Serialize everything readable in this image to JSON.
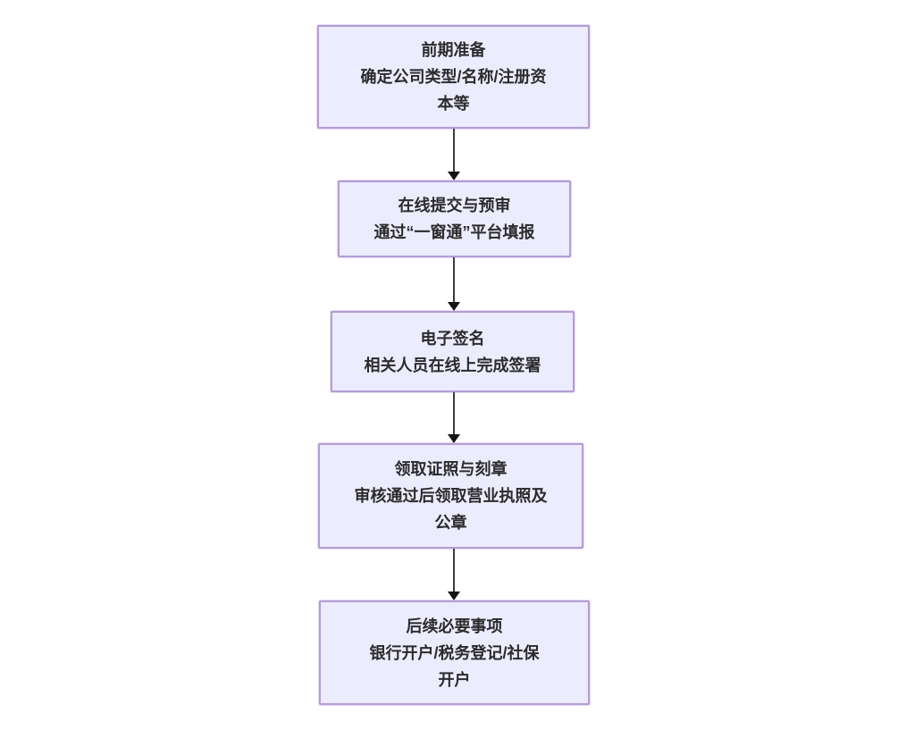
{
  "diagram": {
    "type": "flowchart",
    "direction": "top-down",
    "colors": {
      "node_fill": "#ECECFF",
      "node_border": "#B49BDF",
      "arrow_line": "#3D3D3D",
      "arrow_head": "#141414",
      "text": "#2B2B2B",
      "background": "#FFFFFF"
    },
    "steps": [
      {
        "title": "前期准备",
        "subtitle": "确定公司类型/名称/注册资本等"
      },
      {
        "title": "在线提交与预审",
        "subtitle": "通过“一窗通”平台填报"
      },
      {
        "title": "电子签名",
        "subtitle": "相关人员在线上完成签署"
      },
      {
        "title": "领取证照与刻章",
        "subtitle": "审核通过后领取营业执照及公章"
      },
      {
        "title": "后续必要事项",
        "subtitle": "银行开户/税务登记/社保开户"
      }
    ]
  }
}
